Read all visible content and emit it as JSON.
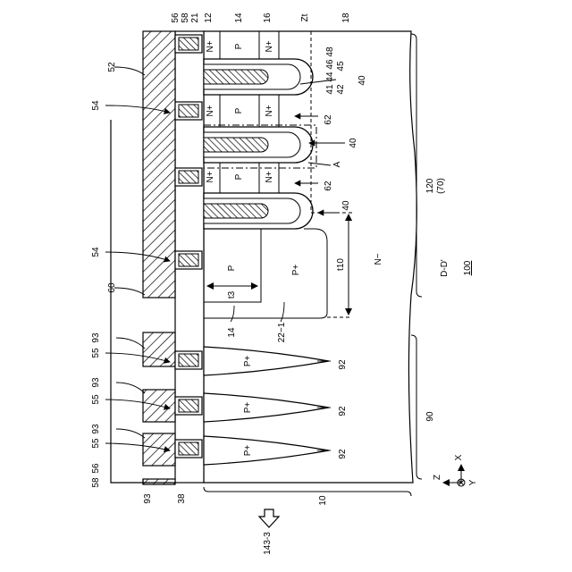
{
  "figure": {
    "section_label": "D-D'",
    "device_label": "100",
    "page_arrow_label": "143-3",
    "region_120": "120",
    "region_120_sub": "(70)",
    "region_90": "90"
  },
  "axes": {
    "z": "Z",
    "x": "X",
    "y": "Y"
  },
  "dimensions": {
    "t3": "t3",
    "t10": "t10",
    "a": "A",
    "zt": "Zt"
  },
  "regions": {
    "n_minus": "N−",
    "p": "P",
    "p_plus": "P+",
    "n_plus": "N+"
  },
  "refs": {
    "r10": "10",
    "r12": "12",
    "r14": "14",
    "r16": "16",
    "r18": "18",
    "r21": "21",
    "r22": "22−1",
    "r38": "38",
    "r40": "40",
    "r41": "41",
    "r42": "42",
    "r44": "44",
    "r45": "45",
    "r46": "46",
    "r48": "48",
    "r52": "52",
    "r54": "54",
    "r55": "55",
    "r56": "56",
    "r58": "58",
    "r60": "60",
    "r62": "62",
    "r92": "92",
    "r93": "93"
  }
}
